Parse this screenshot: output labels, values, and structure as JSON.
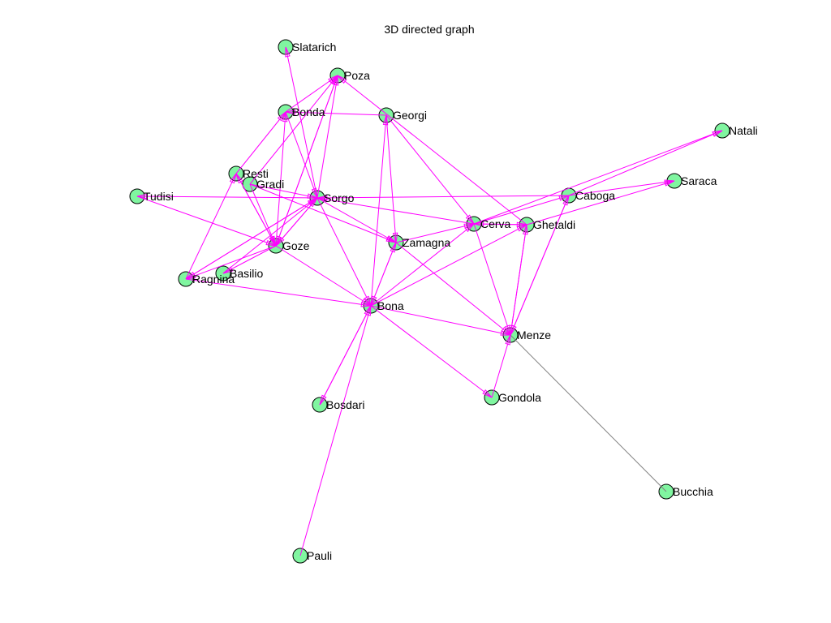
{
  "title": "3D directed graph",
  "colors": {
    "node_fill": "#80f5a0",
    "node_stroke": "#000000",
    "edge": "#ff00ff",
    "edge_secondary": "#808080"
  },
  "nodes": [
    "Slatarich",
    "Poza",
    "Bonda",
    "Georgi",
    "Natali",
    "Resti",
    "Gradi",
    "Saraca",
    "Tudisi",
    "Sorgo",
    "Caboga",
    "Cerva",
    "Ghetaldi",
    "Zamagna",
    "Goze",
    "Basilio",
    "Ragnina",
    "Bona",
    "Menze",
    "Bosdari",
    "Gondola",
    "Bucchia",
    "Pauli"
  ],
  "edges": [
    [
      "Sorgo",
      "Slatarich"
    ],
    [
      "Sorgo",
      "Poza"
    ],
    [
      "Goze",
      "Poza"
    ],
    [
      "Bonda",
      "Poza"
    ],
    [
      "Gradi",
      "Poza"
    ],
    [
      "Ghetaldi",
      "Poza"
    ],
    [
      "Georgi",
      "Bonda"
    ],
    [
      "Resti",
      "Bonda"
    ],
    [
      "Goze",
      "Bonda"
    ],
    [
      "Bonda",
      "Sorgo"
    ],
    [
      "Poza",
      "Goze"
    ],
    [
      "Georgi",
      "Zamagna"
    ],
    [
      "Georgi",
      "Cerva"
    ],
    [
      "Bona",
      "Georgi"
    ],
    [
      "Sorgo",
      "Tudisi"
    ],
    [
      "Tudisi",
      "Goze"
    ],
    [
      "Caboga",
      "Sorgo"
    ],
    [
      "Gradi",
      "Goze"
    ],
    [
      "Resti",
      "Goze"
    ],
    [
      "Goze",
      "Resti"
    ],
    [
      "Ragnina",
      "Resti"
    ],
    [
      "Ragnina",
      "Sorgo"
    ],
    [
      "Sorgo",
      "Ragnina"
    ],
    [
      "Goze",
      "Basilio"
    ],
    [
      "Basilio",
      "Sorgo"
    ],
    [
      "Sorgo",
      "Goze"
    ],
    [
      "Goze",
      "Sorgo"
    ],
    [
      "Goze",
      "Ragnina"
    ],
    [
      "Sorgo",
      "Zamagna"
    ],
    [
      "Gradi",
      "Zamagna"
    ],
    [
      "Cerva",
      "Sorgo"
    ],
    [
      "Gradi",
      "Sorgo"
    ],
    [
      "Sorgo",
      "Bona"
    ],
    [
      "Goze",
      "Bona"
    ],
    [
      "Ragnina",
      "Bona"
    ],
    [
      "Zamagna",
      "Bona"
    ],
    [
      "Bona",
      "Zamagna"
    ],
    [
      "Bona",
      "Cerva"
    ],
    [
      "Bona",
      "Ghetaldi"
    ],
    [
      "Bona",
      "Menze"
    ],
    [
      "Bona",
      "Gondola"
    ],
    [
      "Bona",
      "Bosdari"
    ],
    [
      "Bosdari",
      "Bona"
    ],
    [
      "Pauli",
      "Bona"
    ],
    [
      "Zamagna",
      "Menze"
    ],
    [
      "Cerva",
      "Menze"
    ],
    [
      "Ghetaldi",
      "Menze"
    ],
    [
      "Menze",
      "Ghetaldi"
    ],
    [
      "Caboga",
      "Menze"
    ],
    [
      "Menze",
      "Caboga"
    ],
    [
      "Gondola",
      "Menze"
    ],
    [
      "Cerva",
      "Caboga"
    ],
    [
      "Caboga",
      "Natali"
    ],
    [
      "Cerva",
      "Natali"
    ],
    [
      "Caboga",
      "Saraca"
    ],
    [
      "Ghetaldi",
      "Saraca"
    ],
    [
      "Zamagna",
      "Cerva"
    ],
    [
      "Cerva",
      "Ghetaldi"
    ],
    [
      "Ghetaldi",
      "Cerva"
    ]
  ],
  "secondary_edges": [
    [
      "Menze",
      "Bucchia"
    ]
  ]
}
